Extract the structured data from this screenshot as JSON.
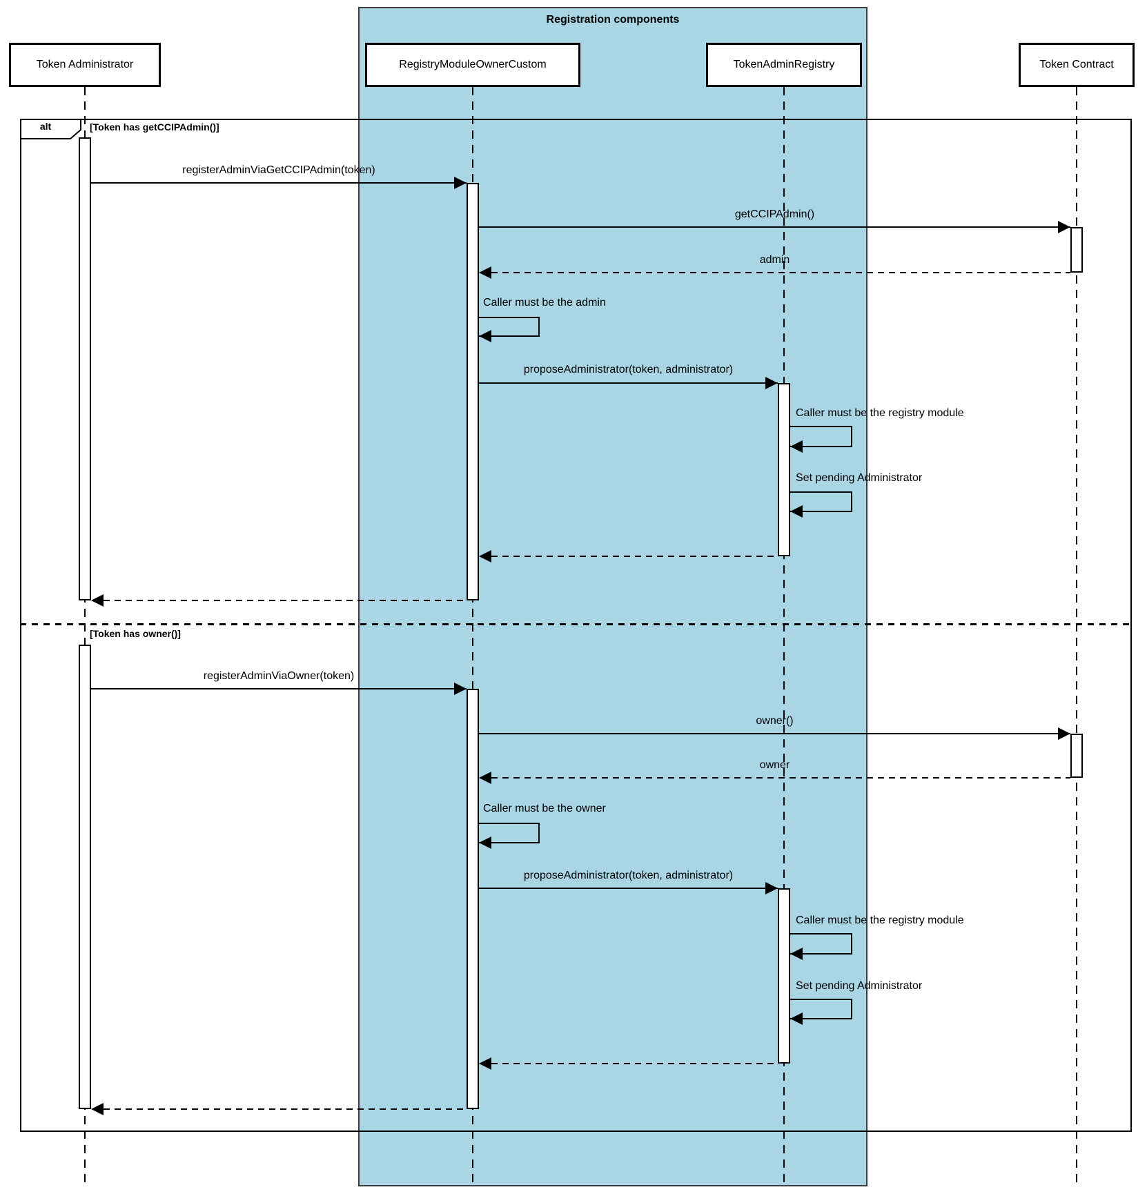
{
  "title": "Registration components",
  "frame": {
    "operator": "alt"
  },
  "participants": [
    {
      "name": "Token Administrator"
    },
    {
      "name": "RegistryModuleOwnerCustom"
    },
    {
      "name": "TokenAdminRegistry"
    },
    {
      "name": "Token Contract"
    }
  ],
  "sections": [
    {
      "condition": "[Token has getCCIPAdmin()]",
      "messages": [
        {
          "label": "registerAdminViaGetCCIPAdmin(token)",
          "from": "Token Administrator",
          "to": "RegistryModuleOwnerCustom",
          "type": "sync"
        },
        {
          "label": "getCCIPAdmin()",
          "from": "RegistryModuleOwnerCustom",
          "to": "Token Contract",
          "type": "sync"
        },
        {
          "label": "admin",
          "from": "Token Contract",
          "to": "RegistryModuleOwnerCustom",
          "type": "return"
        },
        {
          "label": "Caller must be the admin",
          "from": "RegistryModuleOwnerCustom",
          "to": "RegistryModuleOwnerCustom",
          "type": "self"
        },
        {
          "label": "proposeAdministrator(token, administrator)",
          "from": "RegistryModuleOwnerCustom",
          "to": "TokenAdminRegistry",
          "type": "sync"
        },
        {
          "label": "Caller must be the registry module",
          "from": "TokenAdminRegistry",
          "to": "TokenAdminRegistry",
          "type": "self"
        },
        {
          "label": "Set pending Administrator",
          "from": "TokenAdminRegistry",
          "to": "TokenAdminRegistry",
          "type": "self"
        },
        {
          "label": "",
          "from": "TokenAdminRegistry",
          "to": "RegistryModuleOwnerCustom",
          "type": "return"
        },
        {
          "label": "",
          "from": "RegistryModuleOwnerCustom",
          "to": "Token Administrator",
          "type": "return"
        }
      ]
    },
    {
      "condition": "[Token has owner()]",
      "messages": [
        {
          "label": "registerAdminViaOwner(token)",
          "from": "Token Administrator",
          "to": "RegistryModuleOwnerCustom",
          "type": "sync"
        },
        {
          "label": "owner()",
          "from": "RegistryModuleOwnerCustom",
          "to": "Token Contract",
          "type": "sync"
        },
        {
          "label": "owner",
          "from": "Token Contract",
          "to": "RegistryModuleOwnerCustom",
          "type": "return"
        },
        {
          "label": "Caller must be the owner",
          "from": "RegistryModuleOwnerCustom",
          "to": "RegistryModuleOwnerCustom",
          "type": "self"
        },
        {
          "label": "proposeAdministrator(token, administrator)",
          "from": "RegistryModuleOwnerCustom",
          "to": "TokenAdminRegistry",
          "type": "sync"
        },
        {
          "label": "Caller must be the registry module",
          "from": "TokenAdminRegistry",
          "to": "TokenAdminRegistry",
          "type": "self"
        },
        {
          "label": "Set pending Administrator",
          "from": "TokenAdminRegistry",
          "to": "TokenAdminRegistry",
          "type": "self"
        },
        {
          "label": "",
          "from": "TokenAdminRegistry",
          "to": "RegistryModuleOwnerCustom",
          "type": "return"
        },
        {
          "label": "",
          "from": "RegistryModuleOwnerCustom",
          "to": "Token Administrator",
          "type": "return"
        }
      ]
    }
  ],
  "colors": {
    "highlight_fill": "#a9d5e4",
    "line": "#000000",
    "background": "#ffffff"
  }
}
